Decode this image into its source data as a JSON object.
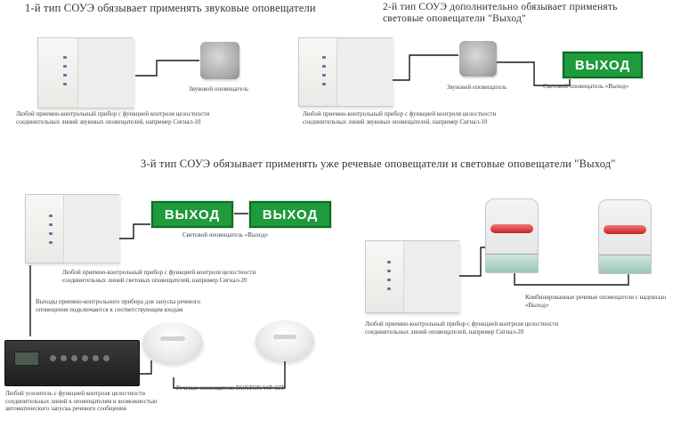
{
  "headings": {
    "type1": "1-й тип СОУЭ обязывает применять звуковые оповещатели",
    "type2": "2-й тип СОУЭ дополнительно обязывает применять световые оповещатели \"Выход\"",
    "type3": "3-й тип СОУЭ обязывает применять уже речевые оповещатели и световые оповещатели \"Выход\""
  },
  "exit_sign_text": "ВЫХОД",
  "captions": {
    "type1_siren": "Звуковой оповещатель",
    "type1_panel": "Любой приемно-контрольный прибор с функцией контроля целостности соединительных линий звуковых оповещателей, например Сигнал-10",
    "type2_siren": "Звуковой оповещатель",
    "type2_exit": "Световой оповещатель «Выход»",
    "type2_panel": "Любой приемно-контрольный прибор с функцией контроля целостности соединительных линий звуковых оповещателей, например Сигнал-10",
    "type3_exit": "Световой оповещатель «Выход»",
    "type3_panel": "Любой приемно-контрольный прибор с функцией контроля целостности соединительных линий световых оповещателей, например Сигнал-20",
    "type3_link": "Выходы приемно-контрольного прибора для запуска речевого оповещения подключаются к соответствующим входам",
    "type3_amp": "Любой усилитель с функцией контроля целостности соединительных линий к оповещателям и возможностью автоматического запуска речевого сообщения",
    "type3_speakers": "Речевые оповещатели ROXTON WP-03T",
    "combo_sirens": "Комбинированные речевые оповещатели с надписью «Выход»",
    "combo_panel": "Любой приемно-контрольный прибор с функцией контроля целостности соединительных линий оповещателей, например Сигнал-20"
  },
  "colors": {
    "exit_green": "#1f9a3c",
    "wire": "#1a1a1a"
  },
  "icons": {
    "panel": "control-panel-icon",
    "siren": "sounder-icon",
    "exit": "exit-sign-icon",
    "amp": "amplifier-icon",
    "speaker": "ceiling-speaker-icon"
  }
}
